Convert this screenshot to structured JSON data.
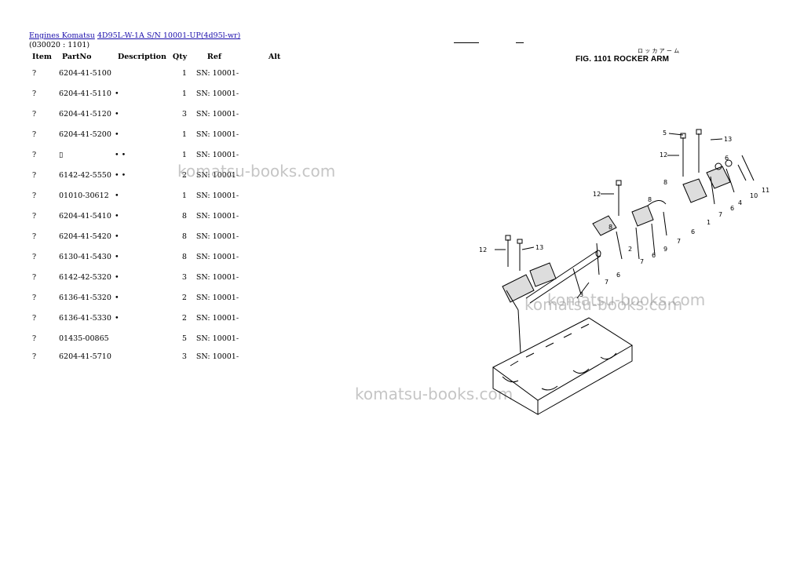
{
  "breadcrumb": {
    "link1": "Engines Komatsu",
    "link2": "4D95L-W-1A S/N 10001-UP(4d95l-wr)"
  },
  "page_code": "(030020 : 1101)",
  "table": {
    "headers": [
      "Item",
      "PartNo",
      "Description",
      "Qty",
      "Ref",
      "Alt"
    ],
    "rows": [
      {
        "item": "?",
        "part": "6204-41-5100",
        "desc": "",
        "qty": "1",
        "ref": "SN: 10001-",
        "alt": ""
      },
      {
        "item": "?",
        "part": "6204-41-5110",
        "desc": "•",
        "qty": "1",
        "ref": "SN: 10001-",
        "alt": ""
      },
      {
        "item": "?",
        "part": "6204-41-5120",
        "desc": "•",
        "qty": "3",
        "ref": "SN: 10001-",
        "alt": ""
      },
      {
        "item": "?",
        "part": "6204-41-5200",
        "desc": "•",
        "qty": "1",
        "ref": "SN: 10001-",
        "alt": ""
      },
      {
        "item": "?",
        "part": "▯",
        "desc": "• •",
        "qty": "1",
        "ref": "SN: 10001-",
        "alt": ""
      },
      {
        "item": "?",
        "part": "6142-42-5550",
        "desc": "• •",
        "qty": "2",
        "ref": "SN: 10001-",
        "alt": ""
      },
      {
        "item": "?",
        "part": "01010-30612",
        "desc": "•",
        "qty": "1",
        "ref": "SN: 10001-",
        "alt": ""
      },
      {
        "item": "?",
        "part": "6204-41-5410",
        "desc": "•",
        "qty": "8",
        "ref": "SN: 10001-",
        "alt": ""
      },
      {
        "item": "?",
        "part": "6204-41-5420",
        "desc": "•",
        "qty": "8",
        "ref": "SN: 10001-",
        "alt": ""
      },
      {
        "item": "?",
        "part": "6130-41-5430",
        "desc": "•",
        "qty": "8",
        "ref": "SN: 10001-",
        "alt": ""
      },
      {
        "item": "?",
        "part": "6142-42-5320",
        "desc": "•",
        "qty": "3",
        "ref": "SN: 10001-",
        "alt": ""
      },
      {
        "item": "?",
        "part": "6136-41-5320",
        "desc": "•",
        "qty": "2",
        "ref": "SN: 10001-",
        "alt": ""
      },
      {
        "item": "?",
        "part": "6136-41-5330",
        "desc": "•",
        "qty": "2",
        "ref": "SN: 10001-",
        "alt": ""
      },
      {
        "item": "?",
        "part": "01435-00865",
        "desc": "",
        "qty": "5",
        "ref": "SN: 10001-",
        "alt": ""
      },
      {
        "item": "?",
        "part": "6204-41-5710",
        "desc": "",
        "qty": "3",
        "ref": "SN: 10001-",
        "alt": ""
      }
    ]
  },
  "watermark": "komatsu-books.com",
  "figure": {
    "title": "FIG. 1101   ROCKER ARM",
    "kana": "ロ ッ カ ア ー ム",
    "callouts": [
      "5",
      "13",
      "12",
      "6",
      "8",
      "11",
      "10",
      "4",
      "12",
      "8",
      "7",
      "6",
      "9",
      "1",
      "7",
      "6",
      "2",
      "8",
      "7",
      "6",
      "12",
      "13",
      "3",
      "7"
    ]
  }
}
